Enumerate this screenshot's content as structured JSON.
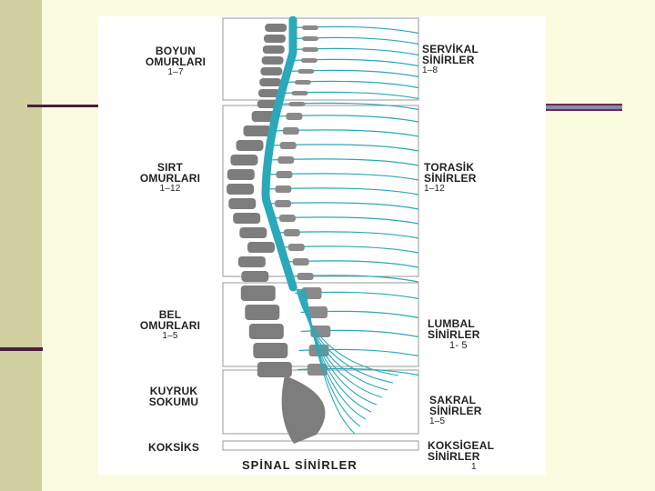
{
  "diagram": {
    "left_labels": [
      {
        "name": "BOYUN",
        "name2": "OMURLARI",
        "range": "1–7"
      },
      {
        "name": "SIRT",
        "name2": "OMURLARI",
        "range": "1–12"
      },
      {
        "name": "BEL",
        "name2": "OMURLARI",
        "range": "1–5"
      },
      {
        "name": "KUYRUK",
        "name2": "SOKUMU",
        "range": ""
      },
      {
        "name": "KOKSİKS",
        "name2": "",
        "range": ""
      }
    ],
    "right_labels": [
      {
        "name": "SERVİKAL",
        "name2": "SİNİRLER",
        "range": "1–8"
      },
      {
        "name": "TORASİK",
        "name2": "SİNİRLER",
        "range": "1–12"
      },
      {
        "name": "LUMBAL",
        "name2": "SİNİRLER",
        "range": "1- 5"
      },
      {
        "name": "SAKRAL",
        "name2": "SİNİRLER",
        "range": "1–5"
      },
      {
        "name": "KOKSİGEAL",
        "name2": "SİNİRLER",
        "range": "1"
      }
    ],
    "caption": "SPİNAL SİNİRLER"
  },
  "colors": {
    "nerve": "#2aa9b8",
    "bone": "#7d7d7d",
    "sidebar": "#cfcf9f",
    "background": "#fbfbe0"
  }
}
